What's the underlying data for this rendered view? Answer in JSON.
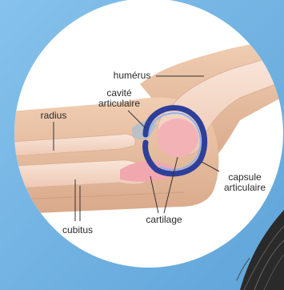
{
  "labels": {
    "humerus": "humérus",
    "cavite_line1": "cavité",
    "cavite_line2": "articulaire",
    "radius": "radius",
    "capsule_line1": "capsule",
    "capsule_line2": "articulaire",
    "cartilage": "cartilage",
    "cubitus": "cubitus"
  },
  "colors": {
    "background": "#79b6e2",
    "circle": "#ffffff",
    "arm_skin": "#e9c0a2",
    "bone": "#f6dccd",
    "cartilage": "#f2aab0",
    "capsule": "#2e3f9a",
    "cavity": "#b9c0c7",
    "hair": "#2a2a2a"
  }
}
